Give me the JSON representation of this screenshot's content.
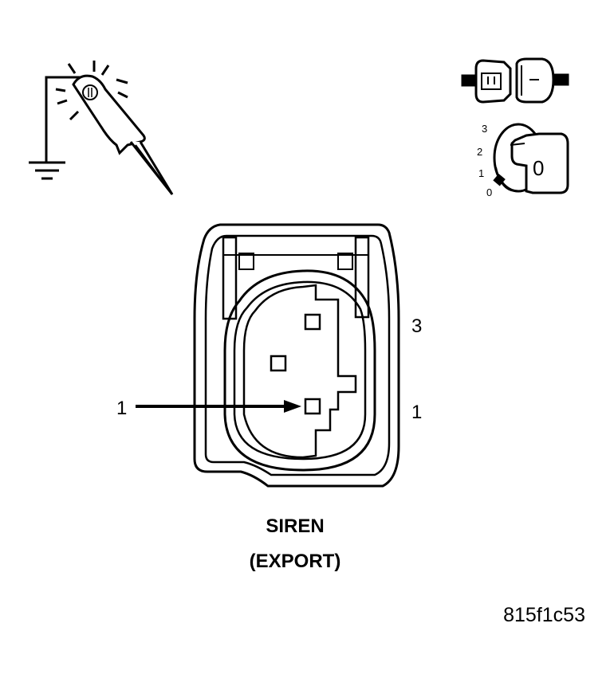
{
  "connector": {
    "title": "SIREN",
    "subtitle": "(EXPORT)",
    "cavity_numbers": {
      "top_right": "3",
      "bottom_right": "1"
    },
    "callout_label": "1"
  },
  "ignition_switch": {
    "positions": [
      "3",
      "2",
      "1",
      "0"
    ],
    "key_position": "0"
  },
  "figure_id": "815f1c53",
  "colors": {
    "line": "#000000",
    "background": "#ffffff"
  },
  "icons": {
    "test_probe": "test-light-probe-to-ground-icon",
    "disconnect": "connector-disconnected-icon",
    "ignition": "ignition-key-off-icon"
  }
}
